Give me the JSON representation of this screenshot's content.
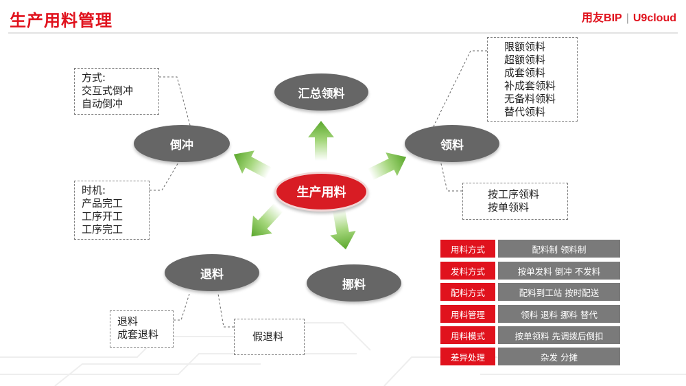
{
  "header": {
    "title": "生产用料管理",
    "logo_brand": "用友BIP",
    "logo_product": "U9cloud"
  },
  "nodes": {
    "center": "生产用料",
    "summary": "汇总领料",
    "backflush": "倒冲",
    "issue": "领料",
    "return": "退料",
    "transfer": "挪料"
  },
  "notes": {
    "backflush_method": [
      "方式:",
      "交互式倒冲",
      "自动倒冲"
    ],
    "backflush_timing": [
      "时机:",
      "产品完工",
      "工序开工",
      "工序完工"
    ],
    "issue_types": [
      "限额领料",
      "超额领料",
      "成套领料",
      "补成套领料",
      "无备料领料",
      "替代领料"
    ],
    "issue_by": [
      "按工序领料",
      "按单领料"
    ],
    "return_types": [
      "退料",
      "成套退料"
    ],
    "fake_return": [
      "假退料"
    ]
  },
  "legend": [
    {
      "key": "用料方式",
      "value": "配料制  领料制"
    },
    {
      "key": "发料方式",
      "value": "按单发料  倒冲  不发料"
    },
    {
      "key": "配料方式",
      "value": "配料到工站  按时配送"
    },
    {
      "key": "用料管理",
      "value": "领料  退料  挪料  替代"
    },
    {
      "key": "用料模式",
      "value": "按单领料  先调拨后倒扣"
    },
    {
      "key": "差异处理",
      "value": "杂发  分摊"
    }
  ],
  "colors": {
    "accent": "#e0121d",
    "node_gray": "#666666",
    "arrow_green": "#7cc04a"
  }
}
